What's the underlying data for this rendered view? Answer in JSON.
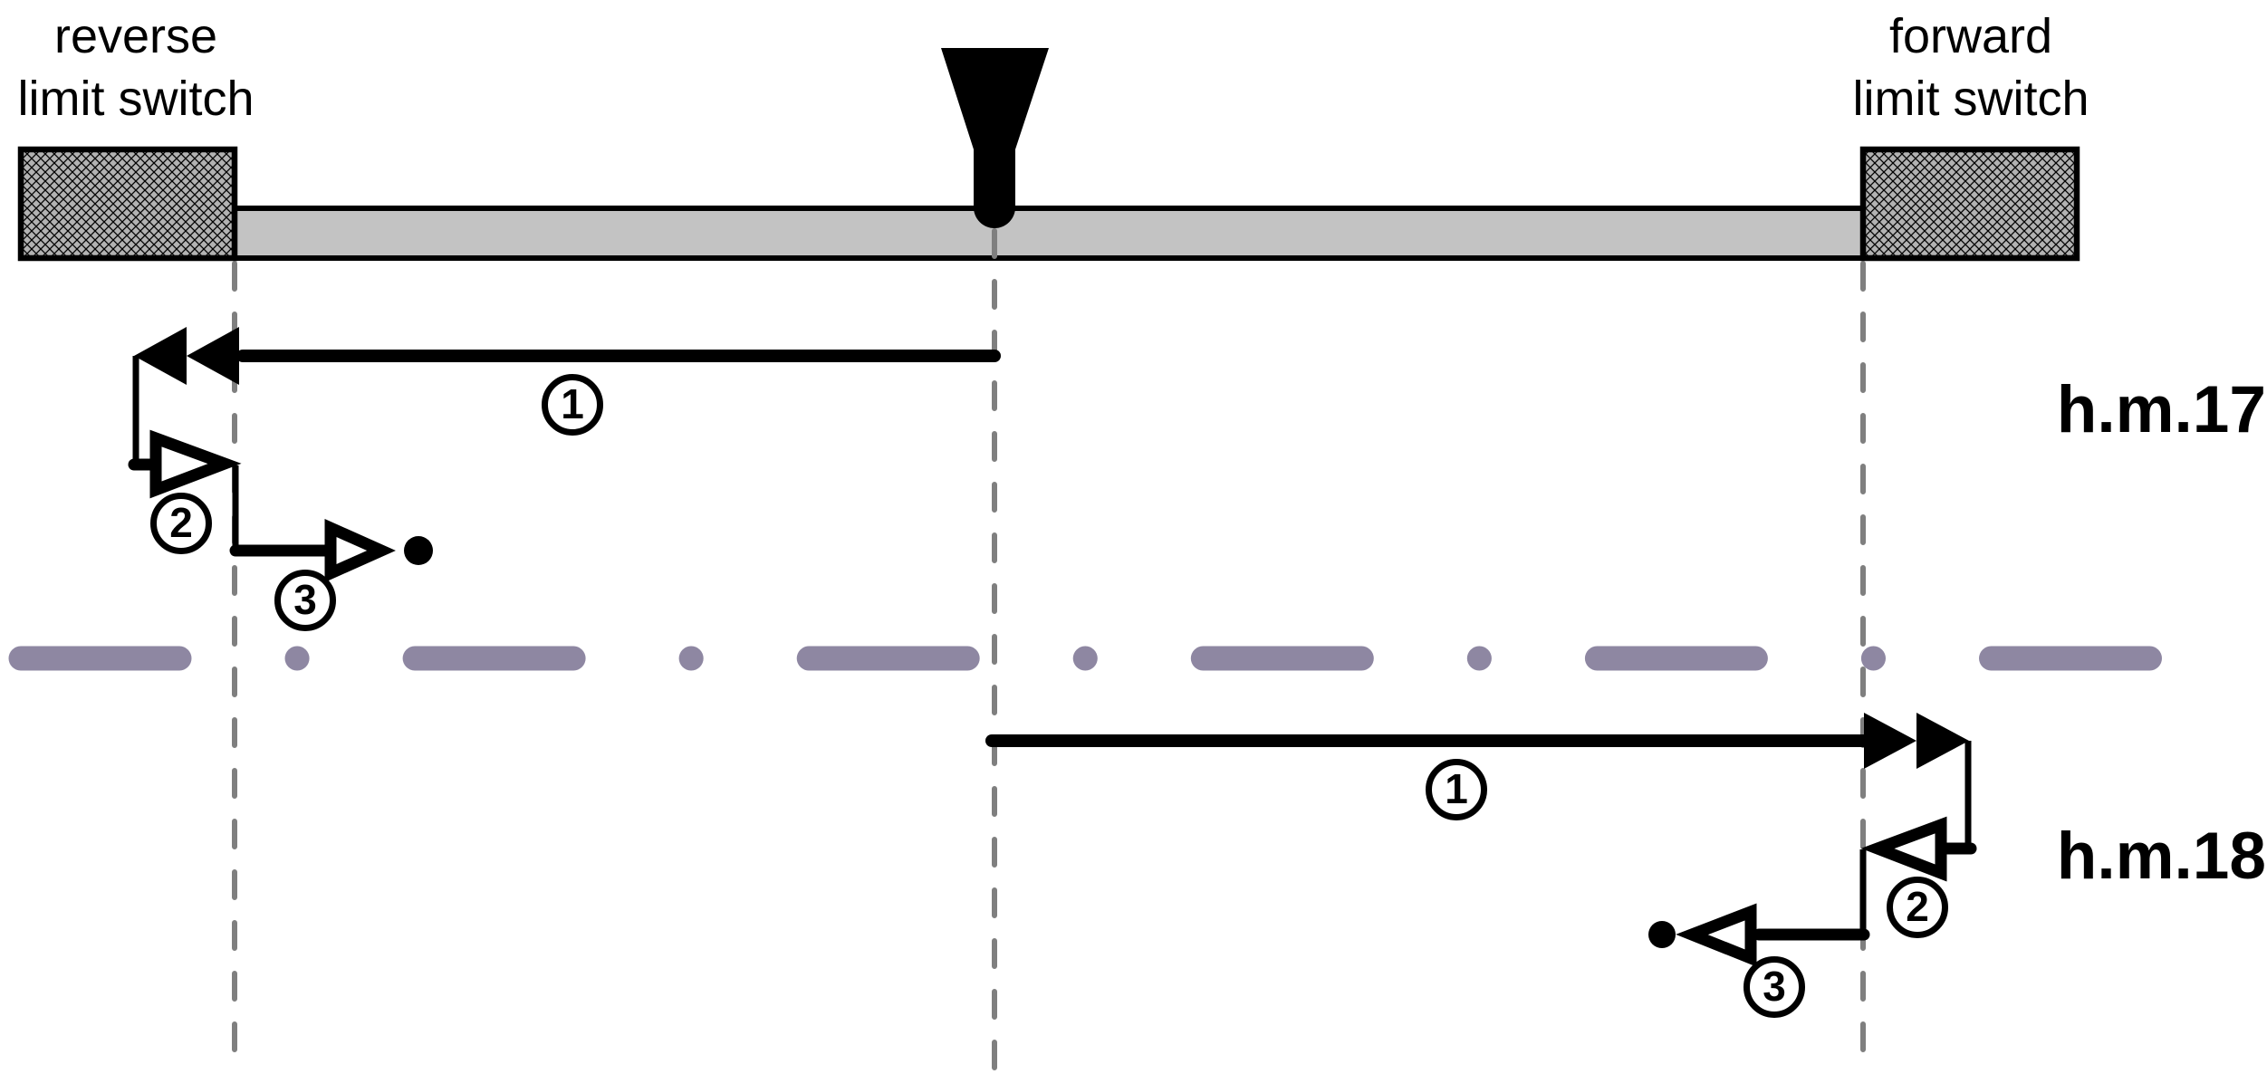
{
  "colors": {
    "ink": "#000000",
    "bg": "#ffffff",
    "rail": "#c3c3c3",
    "hatch": "#b2b2b2",
    "guide": "#7f7f7f",
    "divider": "#8e87a2"
  },
  "switches": {
    "reverse": {
      "line1": "reverse",
      "line2": "limit switch"
    },
    "forward": {
      "line1": "forward",
      "line2": "limit switch"
    }
  },
  "icons": {
    "home_marker": "plumb-funnel-marker"
  },
  "sections": {
    "hm17": {
      "label": "h.m.17",
      "steps": [
        "1",
        "2",
        "3"
      ]
    },
    "hm18": {
      "label": "h.m.18",
      "steps": [
        "1",
        "2",
        "3"
      ]
    }
  }
}
